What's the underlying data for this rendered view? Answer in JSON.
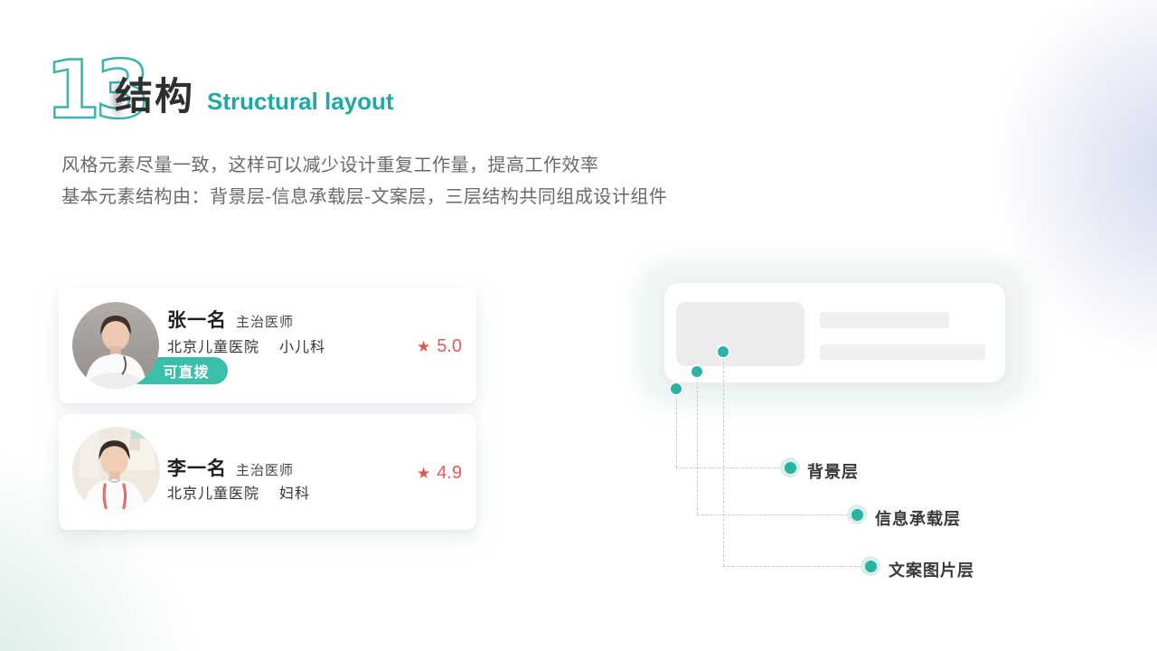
{
  "header": {
    "number": "13",
    "title_cn": "结构",
    "title_en": "Structural layout"
  },
  "description": {
    "line1": "风格元素尽量一致，这样可以减少设计重复工作量，提高工作效率",
    "line2": "基本元素结构由：背景层-信息承载层-文案层，三层结构共同组成设计组件"
  },
  "cards": [
    {
      "name": "张一名",
      "title": "主治医师",
      "hospital": "北京儿童医院",
      "department": "小儿科",
      "rating": "5.0",
      "star_icon": "★",
      "badge": "可直拨"
    },
    {
      "name": "李一名",
      "title": "主治医师",
      "hospital": "北京儿童医院",
      "department": "妇科",
      "rating": "4.9",
      "star_icon": "★"
    }
  ],
  "diagram": {
    "layers": [
      {
        "label": "背景层"
      },
      {
        "label": "信息承载层"
      },
      {
        "label": "文案图片层"
      }
    ]
  },
  "colors": {
    "teal_accent": "#2bb3a3",
    "badge_teal": "#3abfaa",
    "title_teal": "#1ea9a4",
    "outline_teal": "#3ab4ae",
    "star_red": "#e2554f",
    "blob_lavender": "#d2d8ee",
    "blob_mint": "#cfe7e1"
  }
}
